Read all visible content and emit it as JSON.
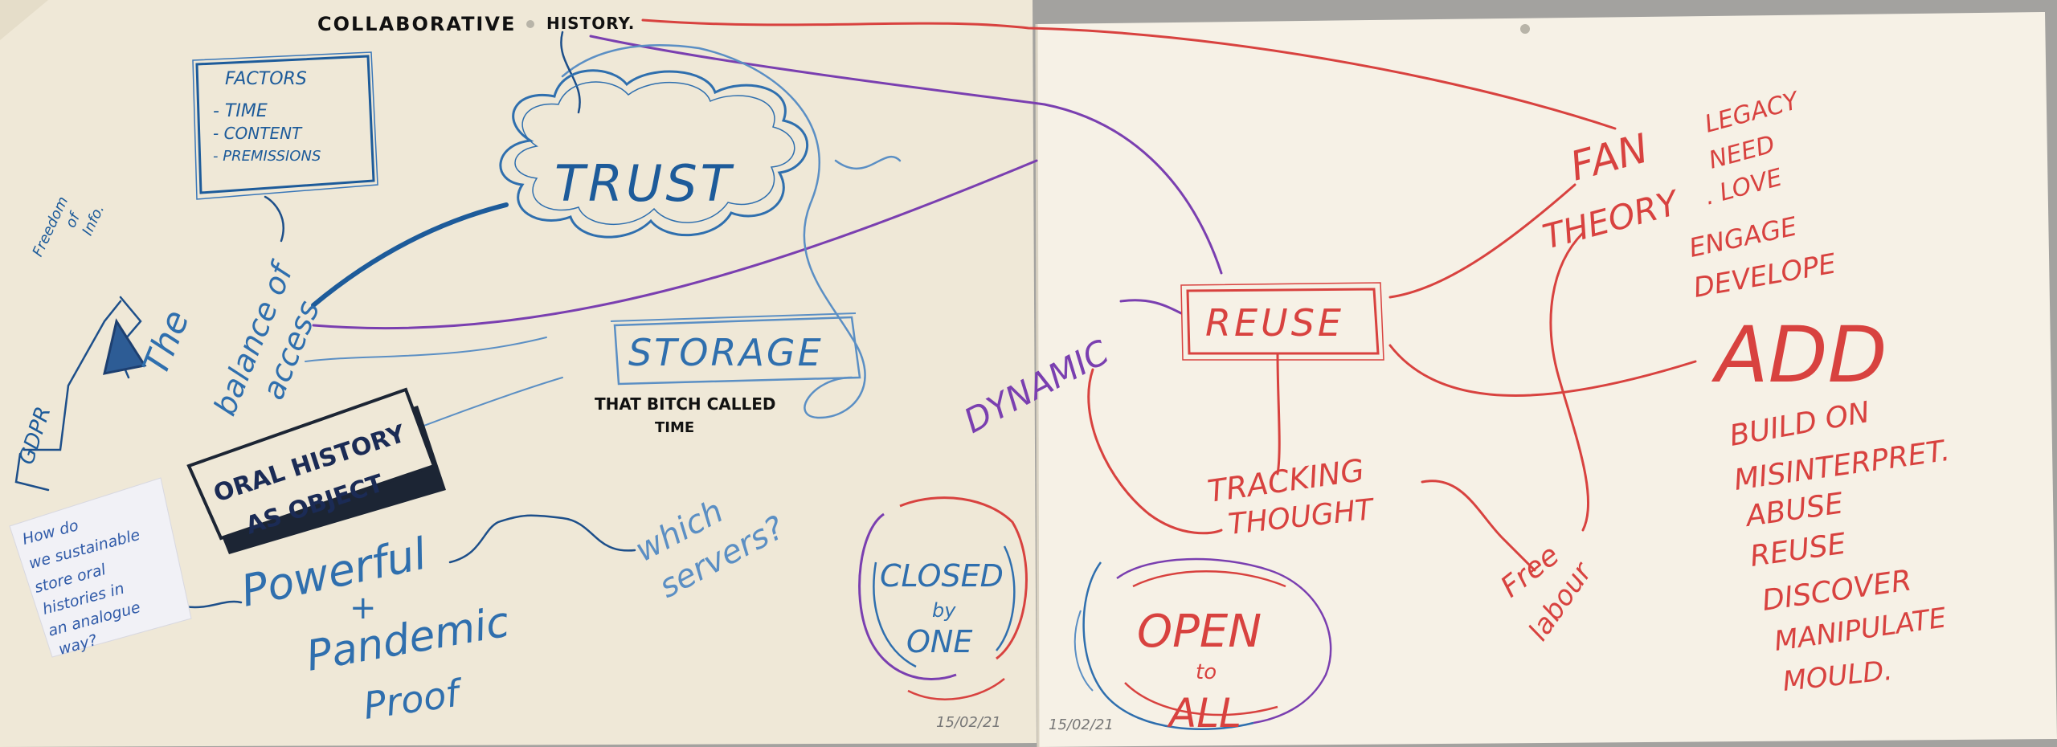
{
  "colors": {
    "blue": "#2f6fae",
    "navy": "#1d2f4a",
    "red": "#d8423f",
    "purple": "#7a3fb0",
    "paper_left": "#efe8d7",
    "paper_right": "#f6f1e6",
    "sticky": "#f1f1f6"
  },
  "left_sheet": {
    "header": {
      "word1": "COLLABORATIVE",
      "word2": "HISTORY."
    },
    "factors": {
      "title": "FACTORS",
      "items": [
        "- TIME",
        "- CONTENT",
        "- PREMISSIONS"
      ]
    },
    "trust": "TRUST",
    "freedom": [
      "Freedom",
      "of",
      "Info."
    ],
    "gdpr": "GDPR",
    "balance": [
      "The",
      "balance of",
      "access"
    ],
    "storage": "STORAGE",
    "storage_note": [
      "THAT BITCH CALLED",
      "TIME"
    ],
    "oral_history": [
      "ORAL HISTORY",
      "AS OBJECT"
    ],
    "sticky_note": [
      "How do",
      "we sustainable",
      "store oral",
      "histories in",
      "an analogue",
      "way?"
    ],
    "powerful": "Powerful",
    "plus": "+",
    "pandemic": "Pandemic",
    "proof": "Proof",
    "which_servers": [
      "which",
      "servers?"
    ],
    "closed": [
      "CLOSED",
      "by",
      "ONE"
    ],
    "date": "15/02/21"
  },
  "right_sheet": {
    "dynamic": "DYNAMIC",
    "reuse": "REUSE",
    "fan": "FAN",
    "theory": "THEORY",
    "tracking_thought": [
      "TRACKING",
      "THOUGHT"
    ],
    "free_labour": [
      "Free",
      "labour"
    ],
    "open_to_all": [
      "OPEN",
      "to",
      "ALL"
    ],
    "date": "15/02/21",
    "list_small": [
      "LEGACY",
      "NEED",
      ". LOVE",
      "ENGAGE",
      "DEVELOPE"
    ],
    "add": "ADD",
    "list_large": [
      "BUILD ON",
      "MISINTERPRET.",
      "ABUSE",
      "REUSE",
      "DISCOVER",
      "MANIPULATE",
      "MOULD."
    ]
  }
}
